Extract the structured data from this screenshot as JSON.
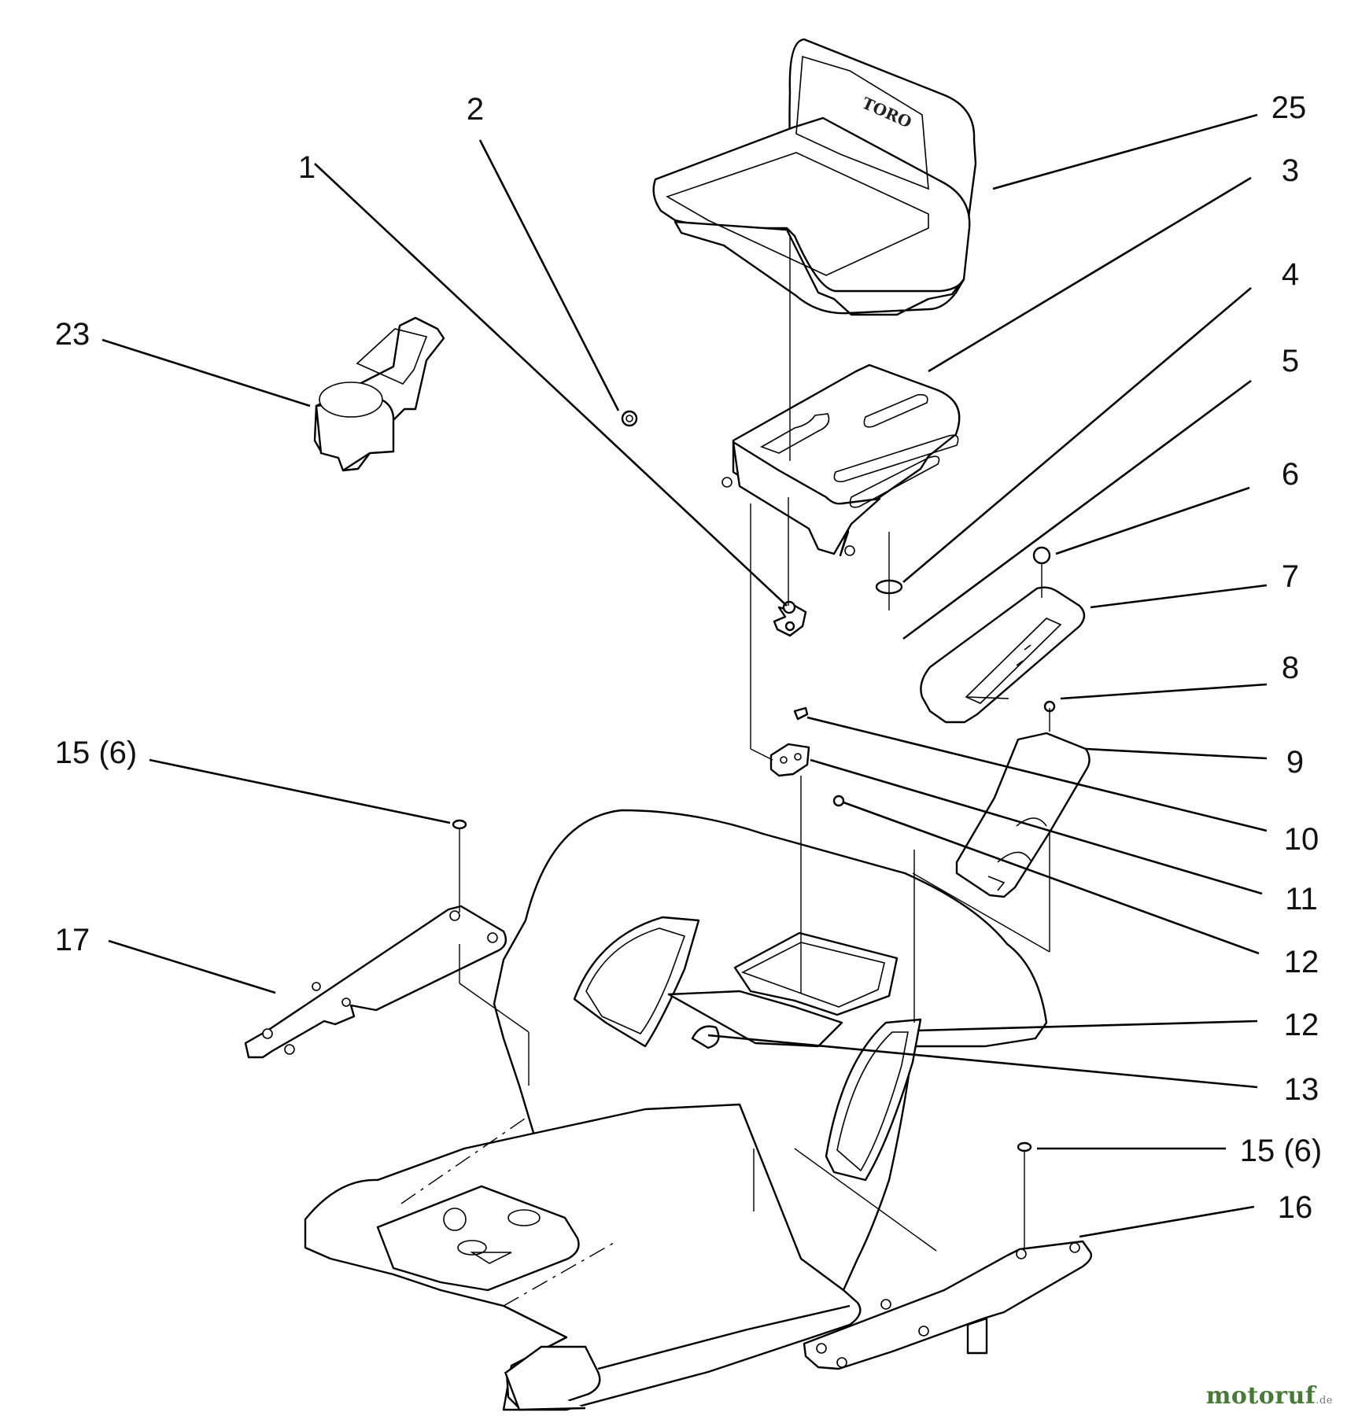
{
  "callouts": [
    {
      "id": "c1",
      "label": "1"
    },
    {
      "id": "c2",
      "label": "2"
    },
    {
      "id": "c25",
      "label": "25"
    },
    {
      "id": "c3",
      "label": "3"
    },
    {
      "id": "c4",
      "label": "4"
    },
    {
      "id": "c5",
      "label": "5"
    },
    {
      "id": "c6",
      "label": "6"
    },
    {
      "id": "c7",
      "label": "7"
    },
    {
      "id": "c8",
      "label": "8"
    },
    {
      "id": "c9",
      "label": "9"
    },
    {
      "id": "c10",
      "label": "10"
    },
    {
      "id": "c11",
      "label": "11"
    },
    {
      "id": "c12a",
      "label": "12"
    },
    {
      "id": "c12b",
      "label": "12"
    },
    {
      "id": "c13",
      "label": "13"
    },
    {
      "id": "c15a",
      "label": "15 (6)"
    },
    {
      "id": "c15b",
      "label": "15 (6)"
    },
    {
      "id": "c16",
      "label": "16"
    },
    {
      "id": "c17",
      "label": "17"
    },
    {
      "id": "c23",
      "label": "23"
    }
  ],
  "seat_brand": "TORO",
  "watermark": {
    "name": "motoruf",
    "tld": ".de"
  }
}
